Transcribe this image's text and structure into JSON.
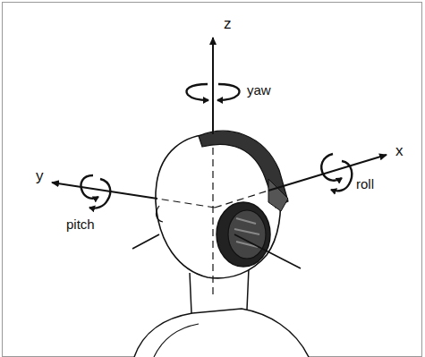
{
  "diagram": {
    "labels": [
      "z",
      "yaw",
      "y",
      "pitch",
      "x",
      "roll"
    ]
  }
}
